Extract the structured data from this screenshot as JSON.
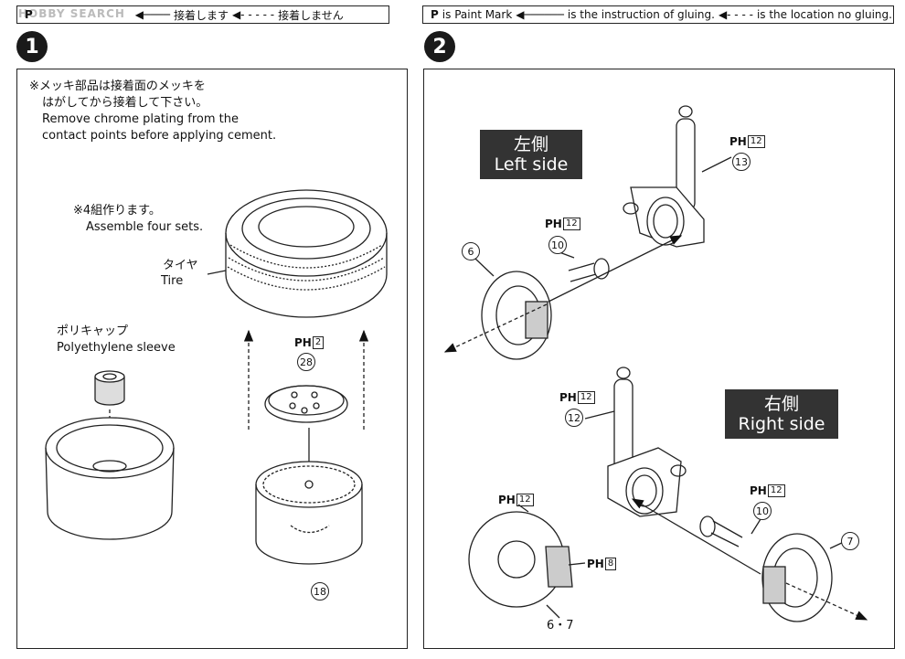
{
  "watermark": "HOBBY SEARCH",
  "legend_ja": {
    "paint_mark": "P",
    "glue": "接着します",
    "no_glue": "接着しません"
  },
  "legend_en": {
    "paint_mark": "P",
    "paint": "is Paint Mark",
    "glue": "is the instruction of gluing.",
    "no_glue": "is the location no gluing."
  },
  "step1": {
    "number": "1",
    "note_ja_1": "※メッキ部品は接着面のメッキを",
    "note_ja_2": "はがしてから接着して下さい。",
    "note_en_1": "Remove chrome plating from the",
    "note_en_2": "contact points before applying cement.",
    "sets_ja": "※4組作ります。",
    "sets_en": "Assemble four sets.",
    "tire_ja": "タイヤ",
    "tire_en": "Tire",
    "sleeve_ja": "ポリキャップ",
    "sleeve_en": "Polyethylene sleeve",
    "paint_28": "PH",
    "paint_28_code": "2",
    "part_28": "28",
    "part_18": "18"
  },
  "step2": {
    "number": "2",
    "left_ja": "左側",
    "left_en": "Left side",
    "right_ja": "右側",
    "right_en": "Right side",
    "paint_label": "PH",
    "paint_code_12": "12",
    "paint_code_8": "8",
    "part_13": "13",
    "part_10": "10",
    "part_6": "6",
    "part_12": "12",
    "part_7": "7",
    "part_6_7": "6・7"
  }
}
